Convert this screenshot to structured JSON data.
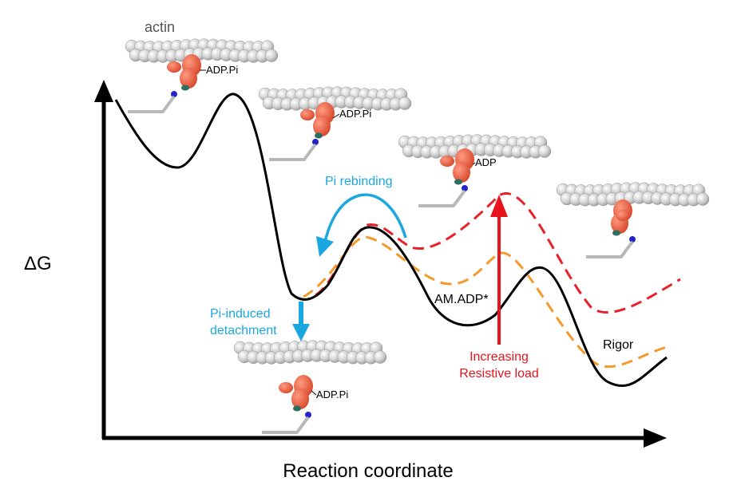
{
  "axes": {
    "y_label": "ΔG",
    "x_label": "Reaction coordinate"
  },
  "labels": {
    "actin": "actin",
    "state_adp_pi_1": "ADP.Pi",
    "state_adp_pi_2": "ADP.Pi",
    "state_adp": "ADP",
    "state_adp_pi_detached": "ADP.Pi",
    "pi_rebinding": "Pi rebinding",
    "pi_detach_line1": "Pi-induced",
    "pi_detach_line2": "detachment",
    "am_adp": "AM.ADP*",
    "rigor": "Rigor",
    "load_line1": "Increasing",
    "load_line2": "Resistive load"
  },
  "colors": {
    "main_curve": "#000000",
    "high_load_curve": "#e8202a",
    "mid_load_curve": "#f39a2b",
    "pi_arrow": "#1aa7e0",
    "load_arrow": "#e8131b",
    "actin_bead": "#c9c9c9",
    "myosin": "#ee6547",
    "lever_tip": "#2323c8",
    "converter": "#2a7060",
    "lever_arm": "#b8b8b8"
  }
}
